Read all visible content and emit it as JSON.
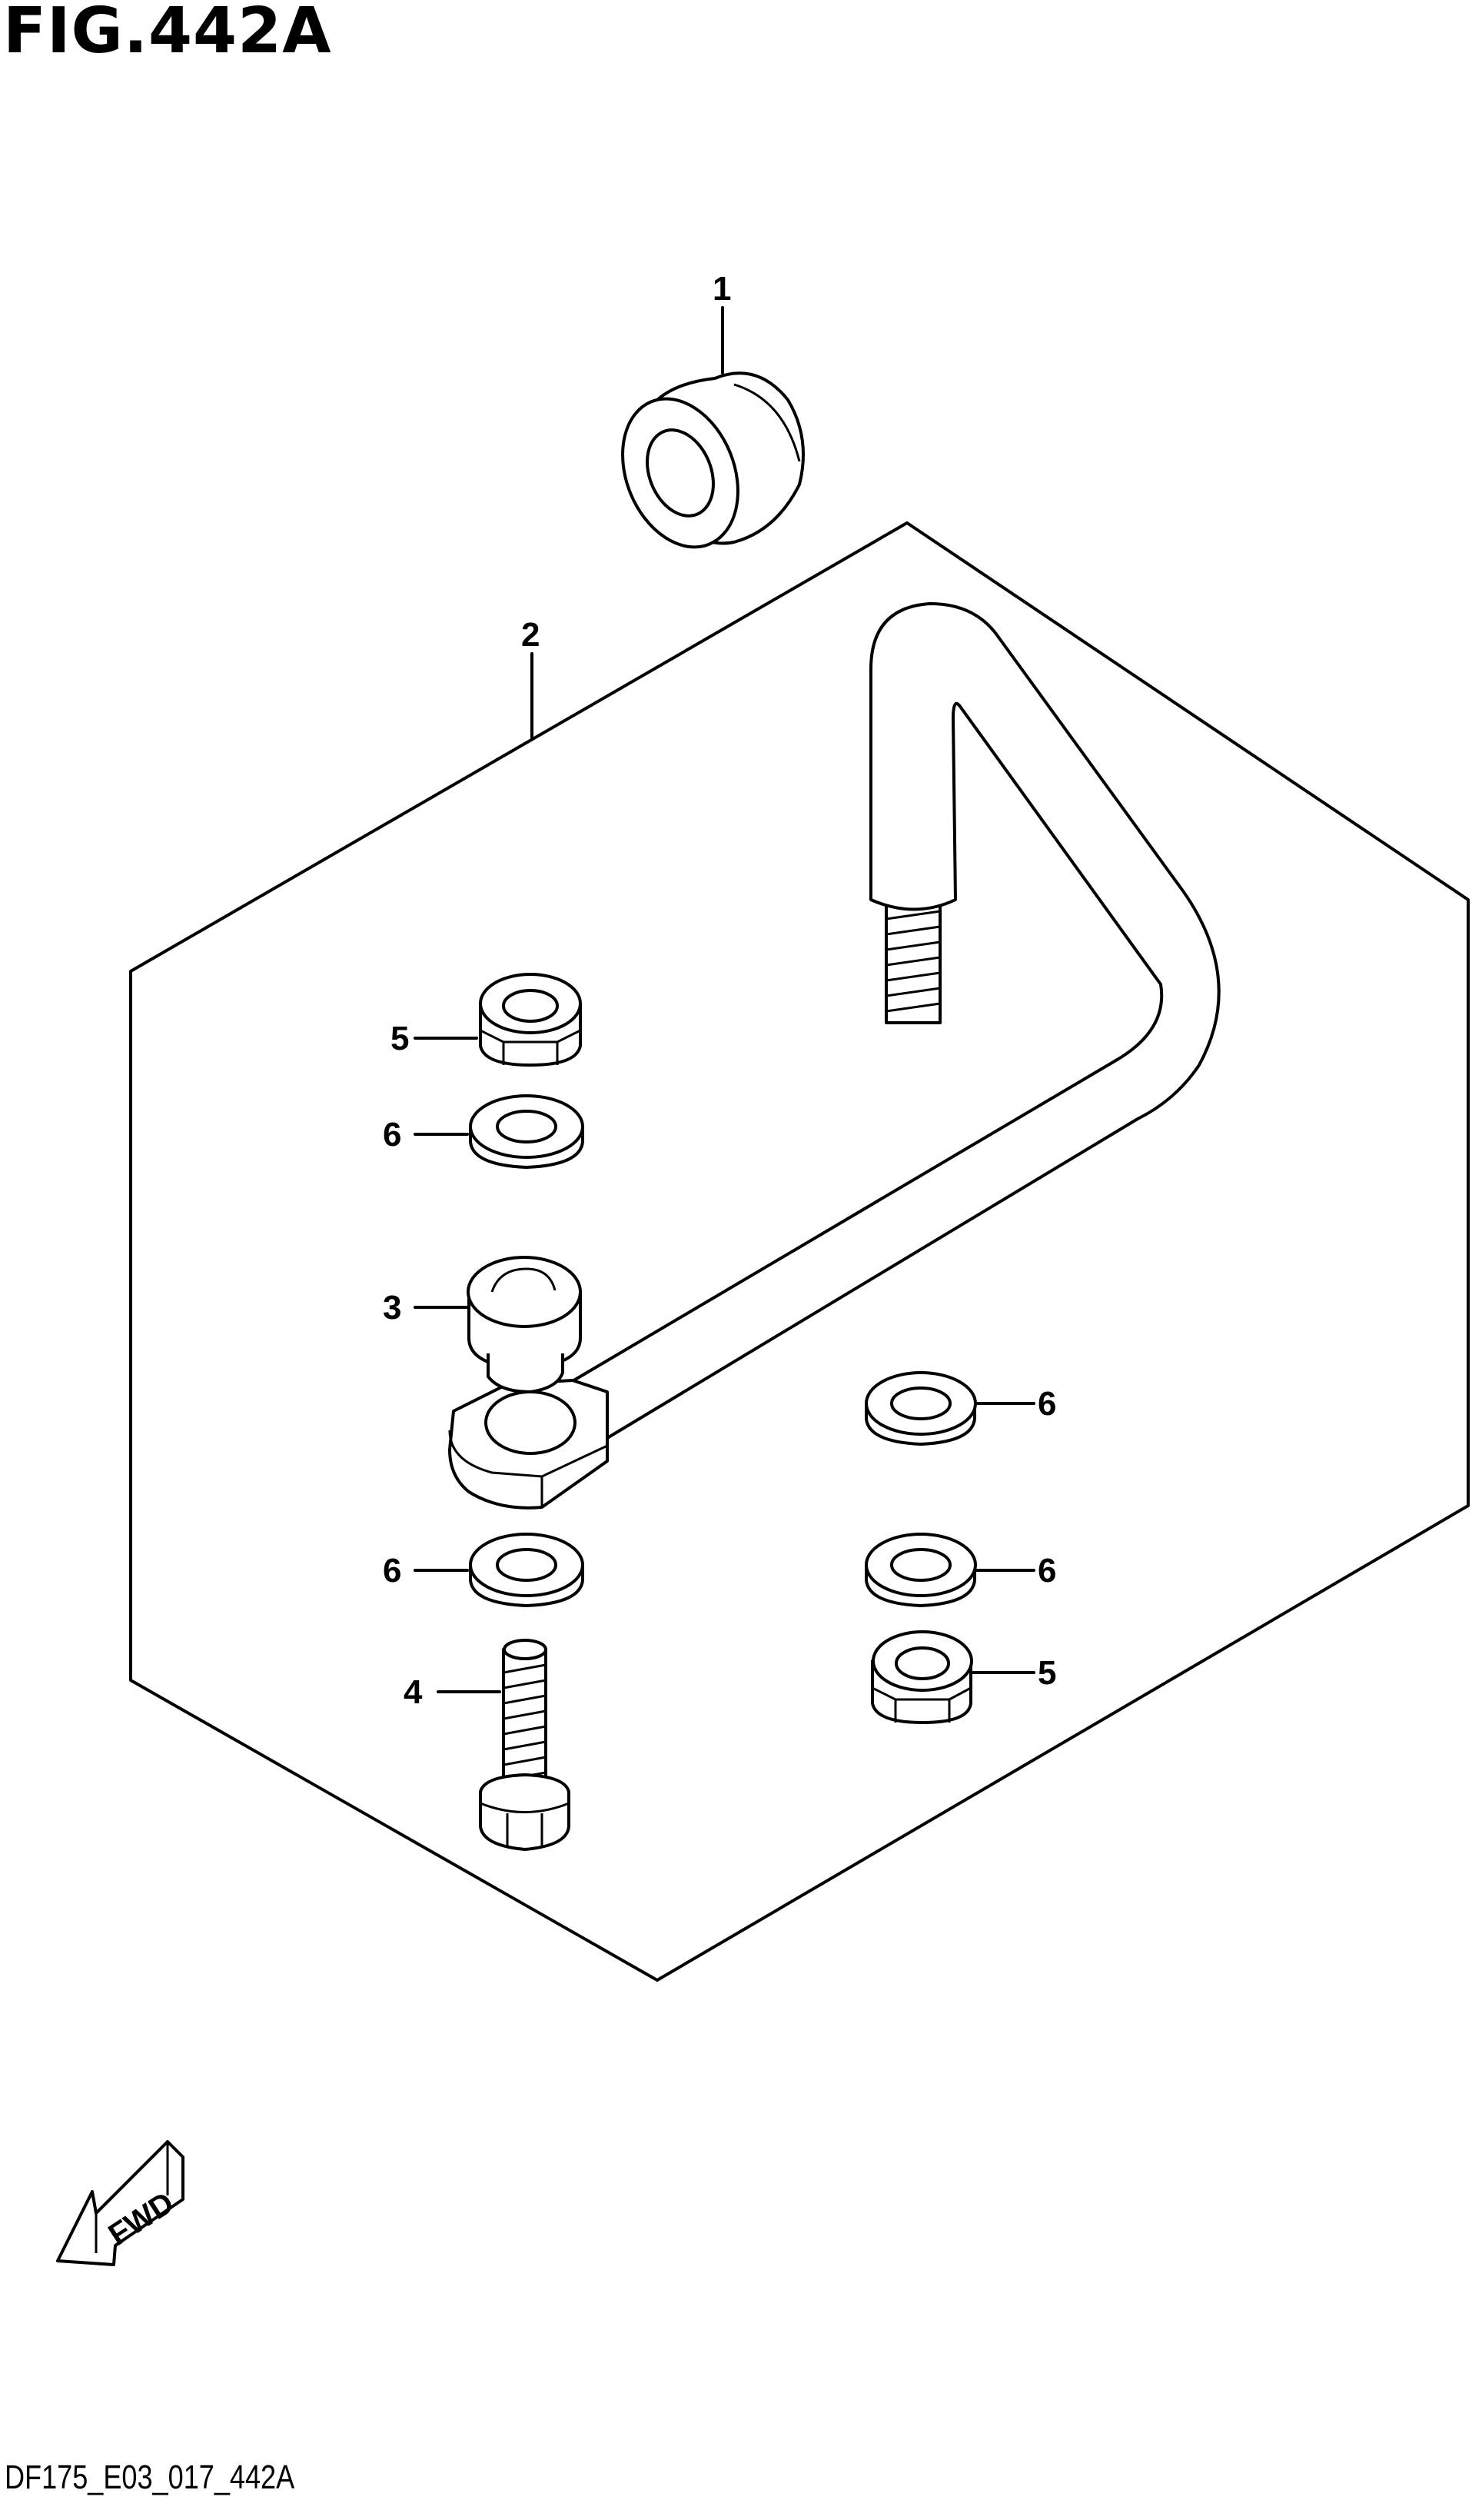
{
  "figure": {
    "title": "FIG.442A",
    "code": "DF175_E03_017_442A"
  },
  "callouts": [
    {
      "id": "c1",
      "label": "1"
    },
    {
      "id": "c2",
      "label": "2"
    },
    {
      "id": "c3",
      "label": "3"
    },
    {
      "id": "c4",
      "label": "4"
    },
    {
      "id": "c5a",
      "label": "5"
    },
    {
      "id": "c5b",
      "label": "5"
    },
    {
      "id": "c6a",
      "label": "6"
    },
    {
      "id": "c6b",
      "label": "6"
    },
    {
      "id": "c6c",
      "label": "6"
    },
    {
      "id": "c6d",
      "label": "6"
    }
  ],
  "direction_marker": {
    "label": "FWD",
    "icon": "fwd-arrow-icon"
  }
}
